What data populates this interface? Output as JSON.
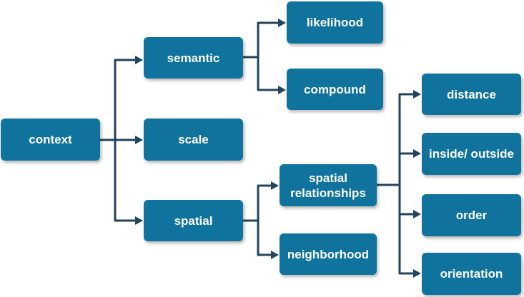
{
  "diagram": {
    "colors": {
      "node_fill": "#10739e",
      "node_text": "#ffffff",
      "edge": "#23445d"
    },
    "nodes": {
      "context": "context",
      "semantic": "semantic",
      "scale": "scale",
      "spatial": "spatial",
      "likelihood": "likelihood",
      "compound": "compound",
      "spatial_relationships": "spatial\nrelationships",
      "neighborhood": "neighborhood",
      "distance": "distance",
      "inside_outside": "inside/ outside",
      "order": "order",
      "orientation": "orientation"
    },
    "edges": [
      {
        "from": "context",
        "to": "semantic"
      },
      {
        "from": "context",
        "to": "scale"
      },
      {
        "from": "context",
        "to": "spatial"
      },
      {
        "from": "semantic",
        "to": "likelihood"
      },
      {
        "from": "semantic",
        "to": "compound"
      },
      {
        "from": "spatial",
        "to": "spatial_relationships"
      },
      {
        "from": "spatial",
        "to": "neighborhood"
      },
      {
        "from": "spatial_relationships",
        "to": "distance"
      },
      {
        "from": "spatial_relationships",
        "to": "inside_outside"
      },
      {
        "from": "spatial_relationships",
        "to": "order"
      },
      {
        "from": "spatial_relationships",
        "to": "orientation"
      }
    ]
  }
}
